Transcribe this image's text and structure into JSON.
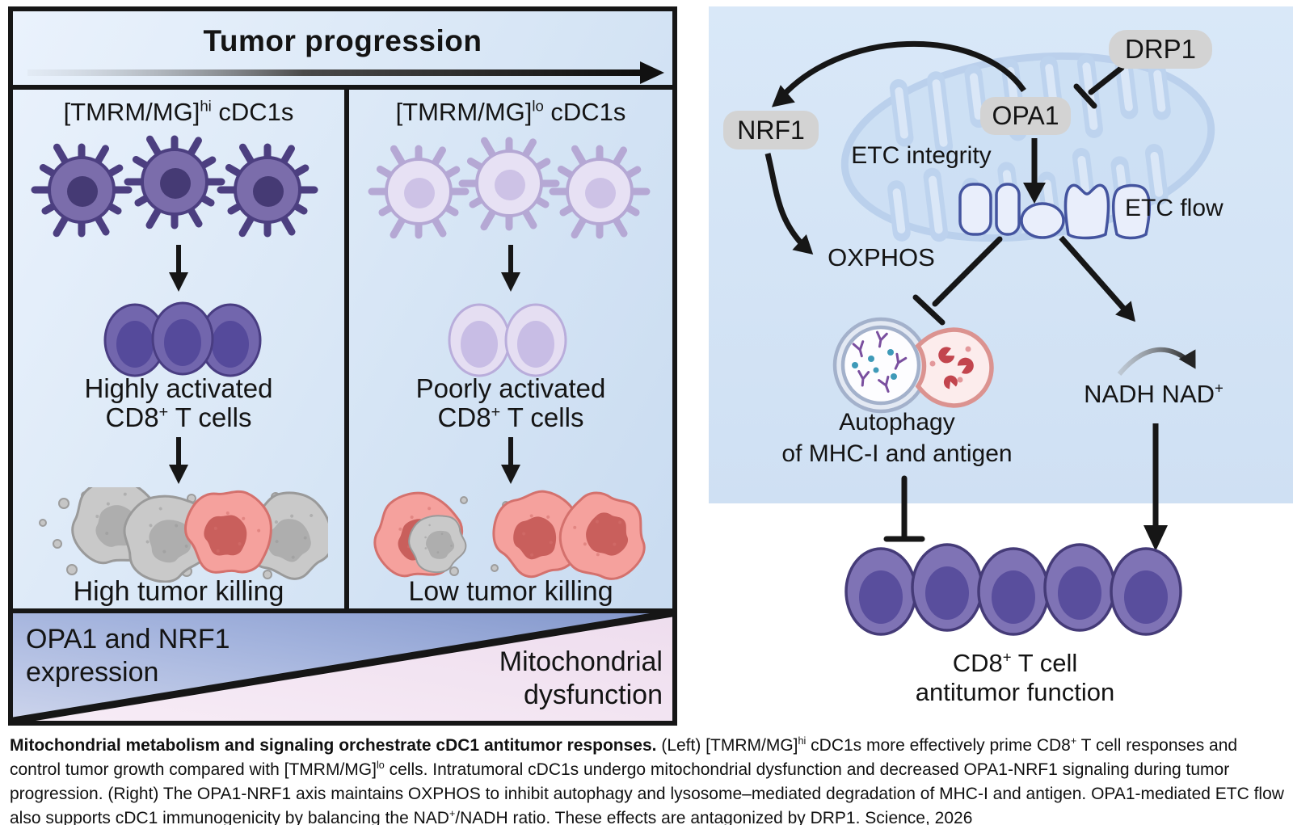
{
  "left_panel": {
    "title": "Tumor progression",
    "columns": [
      {
        "header_base": "[TMRM/MG]",
        "header_sup": "hi",
        "header_rest": " cDC1s",
        "activation_line1": "Highly activated",
        "activation_base": "CD8",
        "activation_sup": "+",
        "activation_rest": " T cells",
        "killing": "High tumor killing"
      },
      {
        "header_base": "[TMRM/MG]",
        "header_sup": "lo",
        "header_rest": " cDC1s",
        "activation_line1": "Poorly activated",
        "activation_base": "CD8",
        "activation_sup": "+",
        "activation_rest": " T cells",
        "killing": "Low tumor killing"
      }
    ],
    "gradient_bar": {
      "left_line1": "OPA1 and NRF1",
      "left_line2": "expression",
      "right_line1": "Mitochondrial",
      "right_line2": "dysfunction"
    }
  },
  "right_panel": {
    "pills": {
      "drp1": "DRP1",
      "opa1": "OPA1",
      "nrf1": "NRF1"
    },
    "labels": {
      "etc_integrity": "ETC integrity",
      "etc_flow": "ETC flow",
      "oxphos": "OXPHOS",
      "autophagy_line1": "Autophagy",
      "autophagy_line2": "of MHC-I and antigen",
      "nadh_base": "NADH NAD",
      "nadh_sup": "+"
    }
  },
  "outcome": {
    "line1_base": "CD8",
    "line1_sup": "+",
    "line1_rest": " T cell",
    "line2": "antitumor function"
  },
  "caption": {
    "segments": [
      {
        "text": "Mitochondrial metabolism and signaling orchestrate cDC1 antitumor responses.",
        "bold": true
      },
      {
        "text": " (Left) [TMRM/MG]"
      },
      {
        "text": "hi",
        "sup": true
      },
      {
        "text": " cDC1s more effectively prime CD8"
      },
      {
        "text": "+",
        "sup": true
      },
      {
        "text": " T cell responses and control tumor growth compared with [TMRM/MG]"
      },
      {
        "text": "lo",
        "sup": true
      },
      {
        "text": " cells. Intratumoral cDC1s undergo mitochondrial dysfunction and decreased OPA1-NRF1 signaling during tumor progression. (Right) The OPA1-NRF1 axis maintains OXPHOS to inhibit autophagy and lysosome–mediated degradation of MHC-I and antigen. OPA1-mediated ETC flow also supports cDC1 immunogenicity by balancing the NAD"
      },
      {
        "text": "+",
        "sup": true
      },
      {
        "text": "/NADH ratio. These effects are antagonized by DRP1. Science, 2026"
      }
    ]
  },
  "colors": {
    "panel_blue": "#d6e5f5",
    "outline_black": "#161616",
    "pill_gray": "#d3d3d3",
    "dc_dark_body": "#7b6dab",
    "dc_dark_outline": "#4c3f80",
    "dc_light_body": "#e7e1f4",
    "tcell_purple": "#7f73b5",
    "tumor_pink": "#f4a5a1",
    "tumor_gray": "#c7c7c7",
    "bar_blue": "#8ea2d4",
    "bar_pink": "#f2e1f0"
  }
}
